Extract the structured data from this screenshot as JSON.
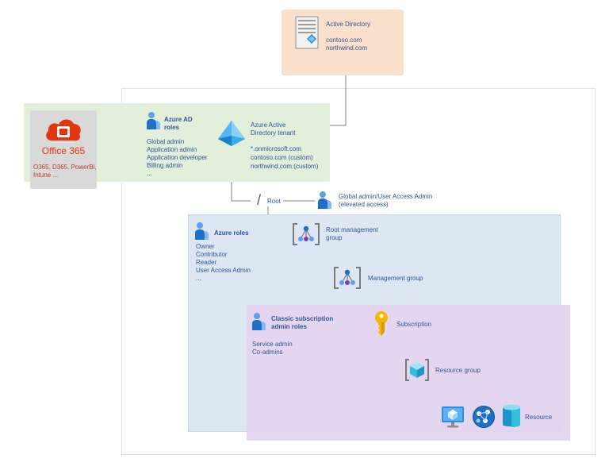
{
  "active_directory": {
    "title": "Active Directory",
    "domains": [
      "contoso.com",
      "northwind.com"
    ]
  },
  "office365": {
    "title": "Office 365",
    "services": [
      "O365, D365, PowerBi,",
      "Intune ..."
    ]
  },
  "azure_ad_roles": {
    "title": [
      "Azure AD",
      "roles"
    ],
    "roles": [
      "Global admin",
      "Application admin",
      "Application developer",
      "Billing admin",
      "..."
    ]
  },
  "aad_tenant": {
    "title": [
      "Azure Active",
      "Directory tenant"
    ],
    "domains": [
      "*.onmicrosoft.com",
      "contoso.com (custom)",
      "northwind.com (custom)"
    ]
  },
  "root": {
    "slash": "/",
    "label": "Root"
  },
  "global_admin": {
    "label": [
      "Global admin/User Access Admin",
      "(elevated access)"
    ]
  },
  "azure_roles": {
    "title": "Azure roles",
    "roles": [
      "Owner",
      "Contributor",
      "Reader",
      "User Access Admin",
      "..."
    ]
  },
  "root_management_group": {
    "label": [
      "Root management",
      "group"
    ]
  },
  "management_group": {
    "label": "Management group"
  },
  "classic_roles": {
    "title": [
      "Classic subscription",
      "admin roles"
    ],
    "roles": [
      "Service admin",
      "Co-admins"
    ]
  },
  "subscription": {
    "label": "Subscription"
  },
  "resource_group": {
    "label": "Resource group"
  },
  "resource": {
    "label": "Resource"
  },
  "colors": {
    "ad_box": "#fbe0cc",
    "green_box": "#e2efda",
    "blue_box": "#dde7f4",
    "purple_box": "#e4d5f0",
    "o365_box": "#d9d9d9",
    "o365_red": "#e3360c",
    "text": "#2f5597",
    "line": "#777777"
  }
}
